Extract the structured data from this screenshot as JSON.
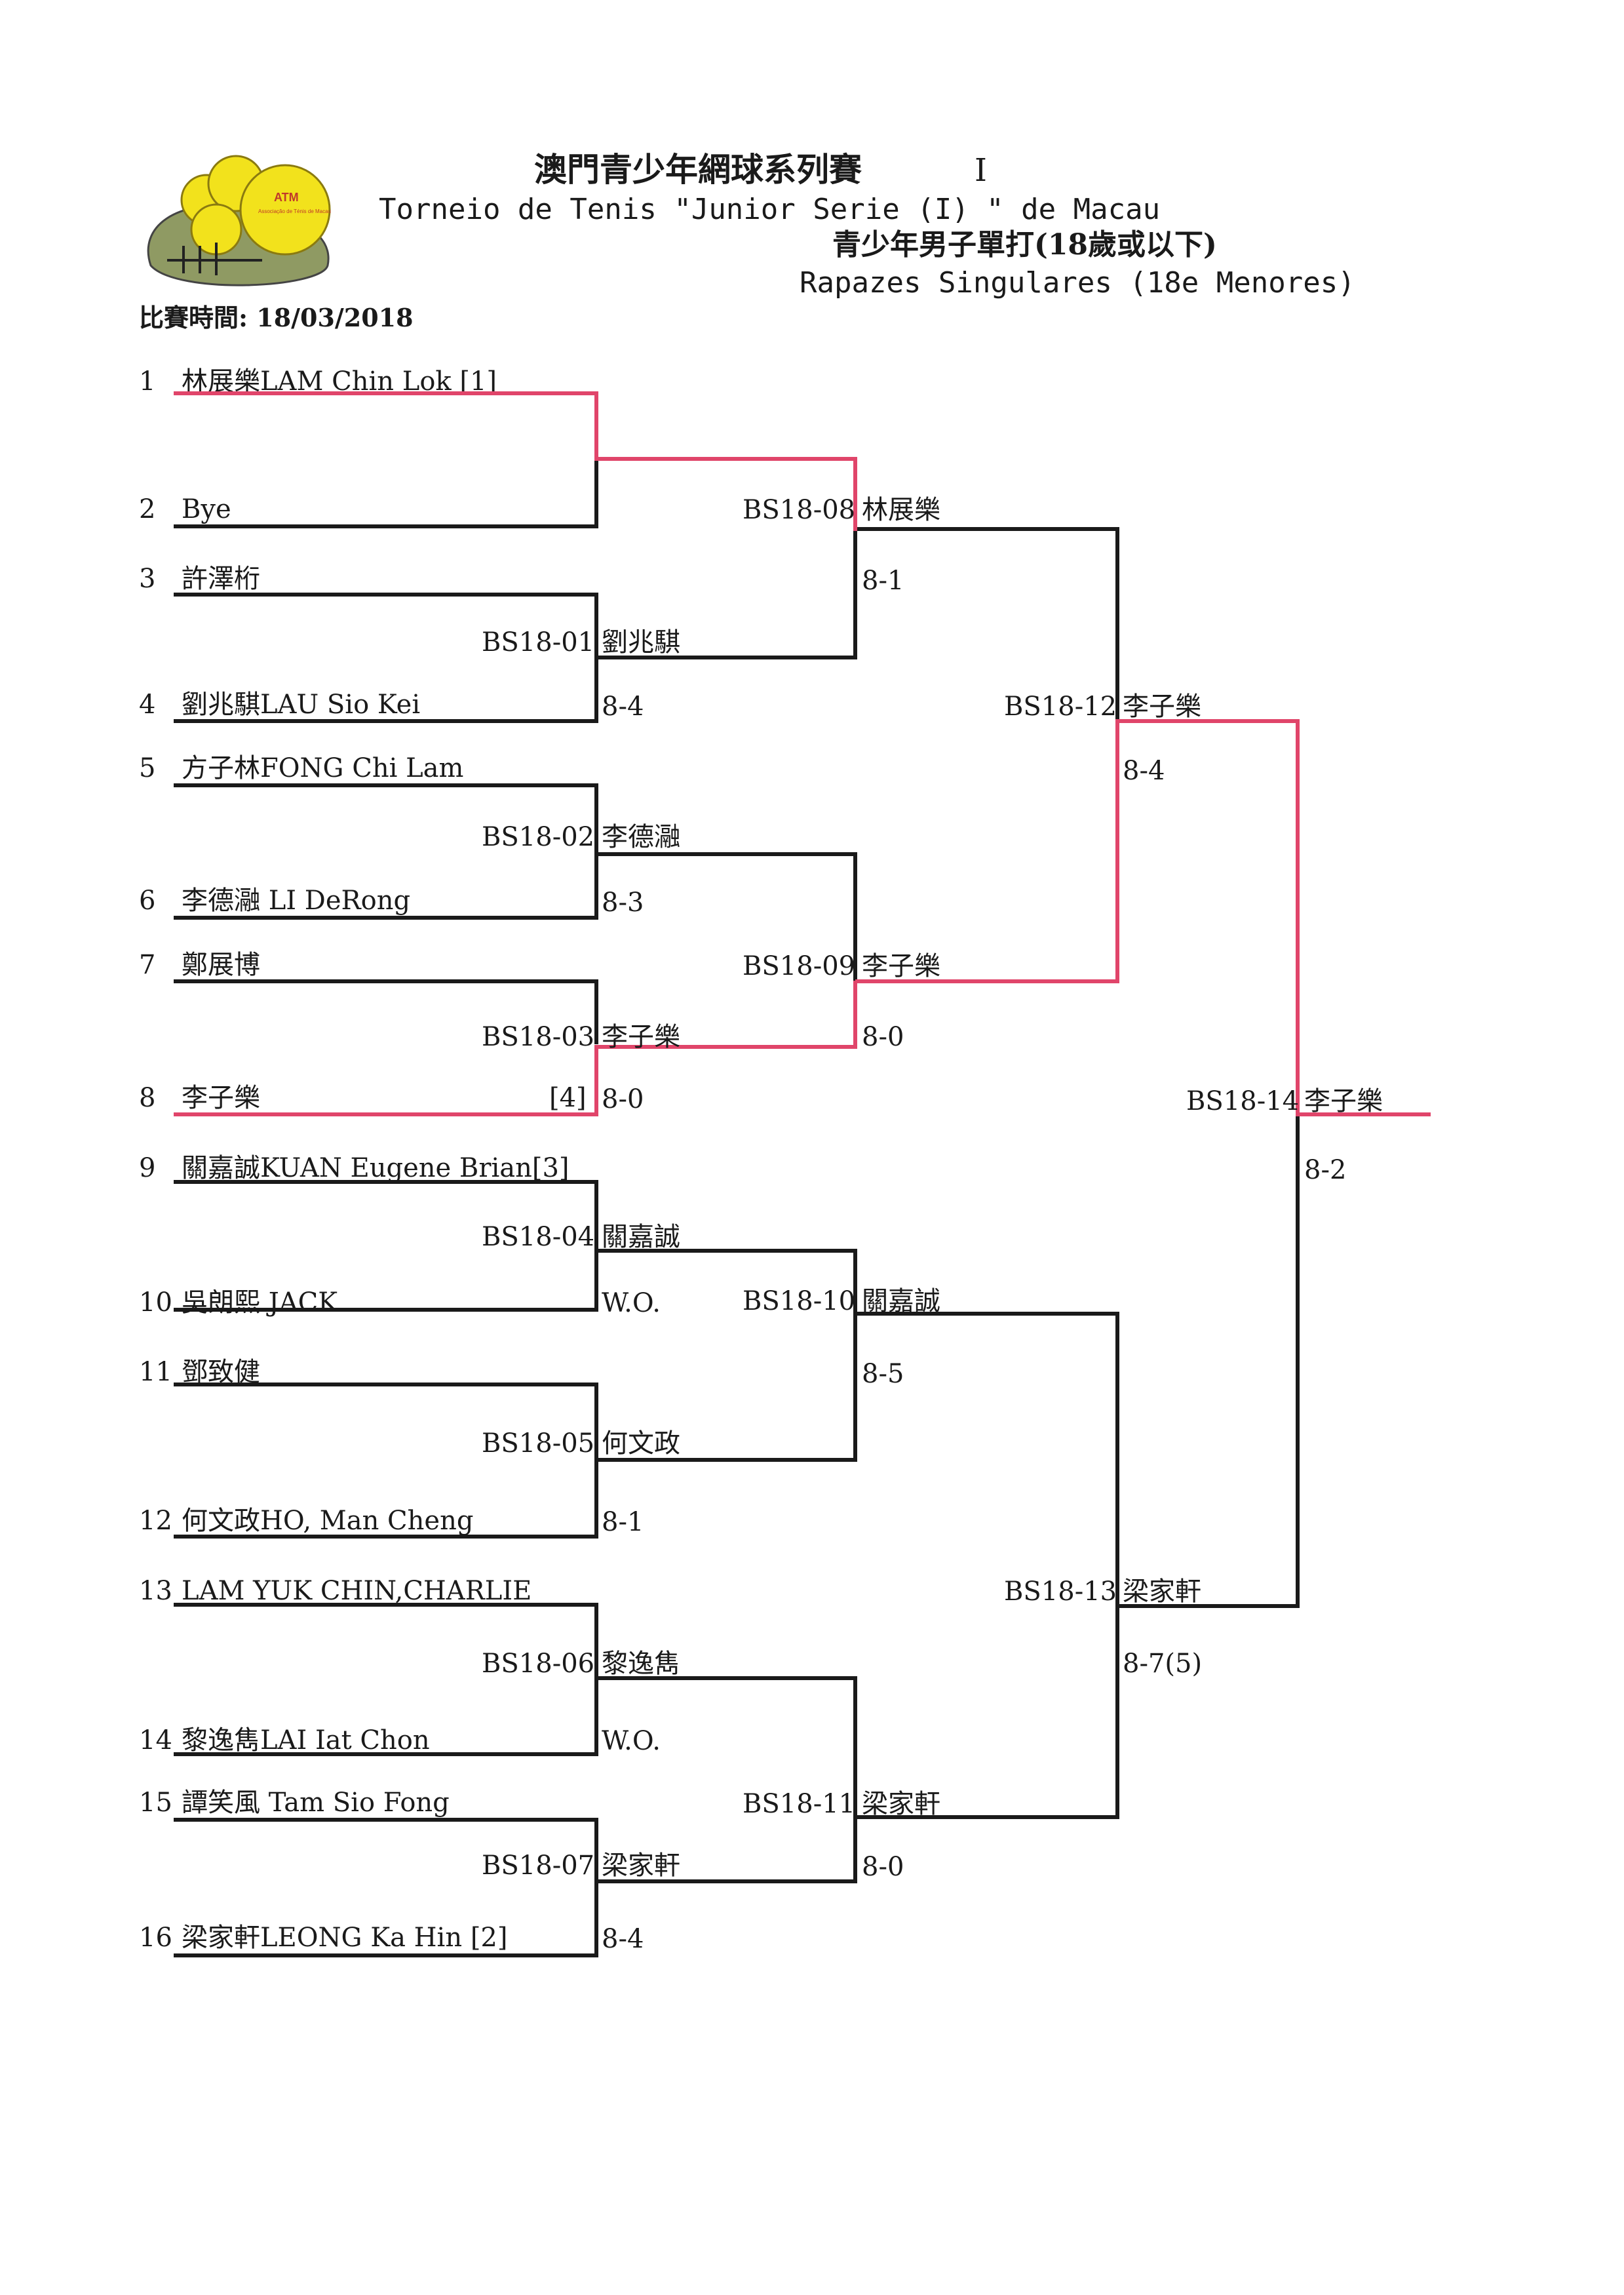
{
  "header": {
    "title_cn": "澳門青少年網球系列賽",
    "title_roman": "I",
    "title_pt": "Torneio de Tenis \"Junior Serie  (I) \" de Macau",
    "category_cn": "青少年男子單打(18歲或以下)",
    "category_pt": "Rapazes Singulares (18e Menores)",
    "date_label": "比賽時間: 18/03/2018"
  },
  "logo": {
    "text_top": "ATM",
    "text_small": "Associação de Ténis de Macau"
  },
  "players": [
    {
      "num": "1",
      "name": "林展樂LAM Chin Lok [1]"
    },
    {
      "num": "2",
      "name": "Bye"
    },
    {
      "num": "3",
      "name": "許澤桁"
    },
    {
      "num": "4",
      "name": "劉兆騏LAU Sio Kei"
    },
    {
      "num": "5",
      "name": "方子林FONG Chi Lam"
    },
    {
      "num": "6",
      "name": "李德瀜 LI DeRong"
    },
    {
      "num": "7",
      "name": "鄭展博"
    },
    {
      "num": "8",
      "name": "李子樂",
      "seed": "[4]"
    },
    {
      "num": "9",
      "name": "關嘉誠KUAN Eugene Brian[3]"
    },
    {
      "num": "10",
      "name": "吳朗熙 JACK"
    },
    {
      "num": "11",
      "name": "鄧致健"
    },
    {
      "num": "12",
      "name": "何文政HO, Man Cheng"
    },
    {
      "num": "13",
      "name": "LAM YUK CHIN,CHARLIE"
    },
    {
      "num": "14",
      "name": "黎逸雋LAI Iat Chon"
    },
    {
      "num": "15",
      "name": "譚笑風 Tam Sio Fong"
    },
    {
      "num": "16",
      "name": "梁家軒LEONG Ka Hin [2]"
    }
  ],
  "round1": [
    {
      "code": "BS18-01",
      "winner": "劉兆騏",
      "score": "8-4"
    },
    {
      "code": "BS18-02",
      "winner": "李德瀜",
      "score": "8-3"
    },
    {
      "code": "BS18-03",
      "winner": "李子樂",
      "score": "8-0"
    },
    {
      "code": "BS18-04",
      "winner": "關嘉誠",
      "score": "W.O."
    },
    {
      "code": "BS18-05",
      "winner": "何文政",
      "score": "8-1"
    },
    {
      "code": "BS18-06",
      "winner": "黎逸雋",
      "score": "W.O."
    },
    {
      "code": "BS18-07",
      "winner": "梁家軒",
      "score": "8-4"
    }
  ],
  "round2": [
    {
      "code": "BS18-08",
      "winner": "林展樂",
      "score": "8-1"
    },
    {
      "code": "BS18-09",
      "winner": "李子樂",
      "score": "8-0"
    },
    {
      "code": "BS18-10",
      "winner": "關嘉誠",
      "score": "8-5"
    },
    {
      "code": "BS18-11",
      "winner": "梁家軒",
      "score": "8-0"
    }
  ],
  "semis": [
    {
      "code": "BS18-12",
      "winner": "李子樂",
      "score": "8-4"
    },
    {
      "code": "BS18-13",
      "winner": "梁家軒",
      "score": "8-7(5)"
    }
  ],
  "final": {
    "code": "BS18-14",
    "winner": "李子樂",
    "score": "8-2"
  },
  "colors": {
    "ink": "#1a1a1a",
    "winner_path": "#e0456a",
    "logo_ball": "#f2e21c",
    "logo_base": "#8f9a63"
  }
}
